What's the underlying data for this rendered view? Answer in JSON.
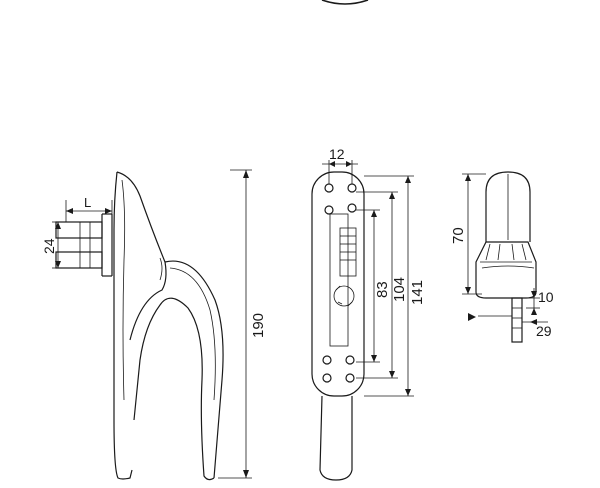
{
  "dimensions": {
    "length_label": "L",
    "spindle_spacing": "24",
    "handle_height": "190",
    "hole_spacing_top": "12",
    "inner_spacing": "83",
    "hole_spacing": "104",
    "plate_height": "141",
    "cap_height": "70",
    "spindle_width": "10",
    "spindle_length": "29"
  },
  "colors": {
    "line": "#1a1a1a",
    "background": "#ffffff"
  }
}
